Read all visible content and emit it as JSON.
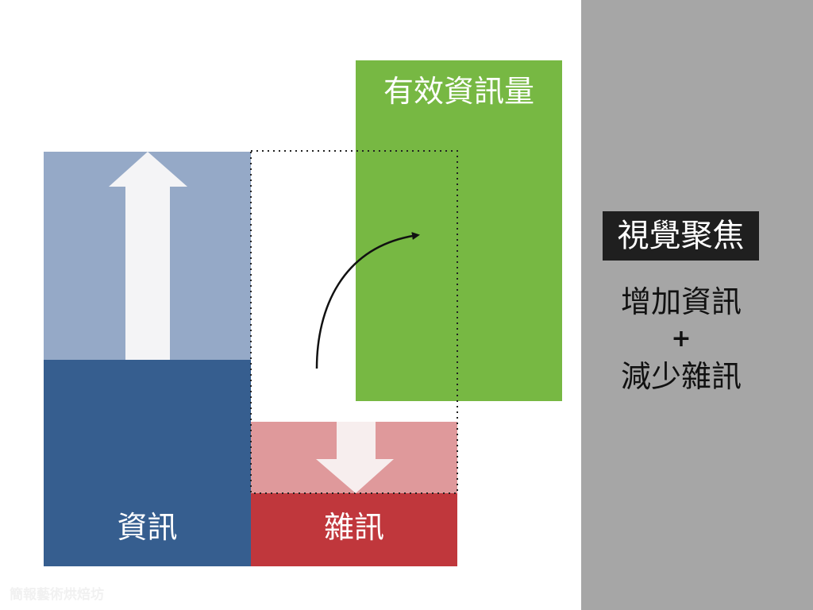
{
  "diagram": {
    "information_label": "資訊",
    "noise_label": "雜訊",
    "effective_label": "有效資訊量"
  },
  "side_panel": {
    "title": "視覺聚焦",
    "line1": "增加資訊",
    "line2": "+",
    "line3": "減少雜訊"
  },
  "watermark": "簡報藝術烘焙坊",
  "colors": {
    "information_light": "#95a9c7",
    "information_dark": "#365e8f",
    "noise_light": "#df999b",
    "noise_dark": "#c0373c",
    "effective": "#77b843",
    "side_panel": "#a6a6a6",
    "title_bg": "#1f1f1f"
  }
}
